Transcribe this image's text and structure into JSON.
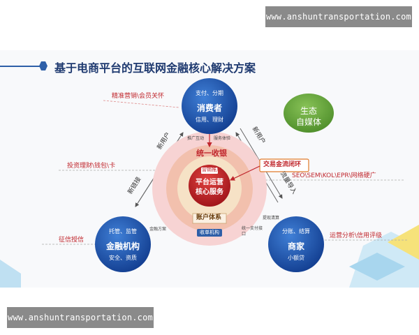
{
  "watermark_top": "www.anshuntransportation.com",
  "watermark_bottom": "www.anshuntransportation.com",
  "title": "基于电商平台的互联网金融核心解决方案",
  "nodes": {
    "consumer": {
      "top": "支付、分期",
      "main": "消费者",
      "bottom": "信用、理财"
    },
    "finance": {
      "top": "托管、监管",
      "main": "金融机构",
      "bottom": "安全、资质"
    },
    "merchant": {
      "top": "分账、结算",
      "main": "商家",
      "bottom": "小额贷"
    },
    "media": {
      "line1": "生态",
      "line2": "自媒体"
    }
  },
  "center": {
    "outer": "统一收银",
    "tag": "营销推广",
    "core1": "平台运营",
    "core2": "核心服务",
    "account": "账户体系",
    "bottom_tag": "收单机构"
  },
  "callout": "交易金流闭环",
  "side_labels": {
    "consumer_note": "精准营销\\会员关怀",
    "invest_note": "投资理财\\钱包\\卡",
    "credit_note": "征信授信",
    "seo_note": "SEO\\SEM\\KOL\\EPR\\网络硬广",
    "ops_note": "运营分析\\信用评级"
  },
  "arrow_labels": {
    "left_up": "新用户",
    "left_down": "新链接",
    "right_up": "新用户",
    "right_down": "流量导入",
    "promo": "推广互动",
    "service": "服务体验",
    "finance_plan": "金融方案",
    "unified_pay": "统一支付接口",
    "report": "提现清算"
  }
}
